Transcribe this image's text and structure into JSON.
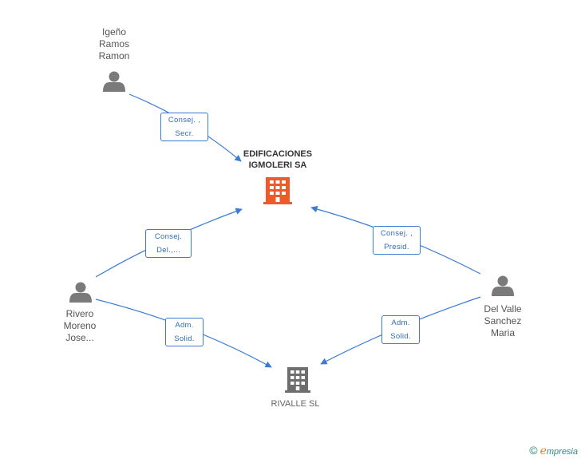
{
  "persons": [
    {
      "id": "igeno",
      "lines": [
        "Igeño",
        "Ramos",
        "Ramon"
      ]
    },
    {
      "id": "rivero",
      "lines": [
        "Rivero",
        "Moreno",
        "Jose..."
      ]
    },
    {
      "id": "delvalle",
      "lines": [
        "Del Valle",
        "Sanchez",
        "Maria"
      ]
    }
  ],
  "companies": [
    {
      "id": "edificaciones",
      "lines": [
        "EDIFICACIONES",
        "IGMOLERI SA"
      ],
      "highlight": true
    },
    {
      "id": "rivalle",
      "lines": [
        "RIVALLE SL"
      ],
      "highlight": false
    }
  ],
  "edges": [
    {
      "id": "igeno-edif",
      "label": [
        "Consej. ,",
        "Secr."
      ]
    },
    {
      "id": "rivero-edif",
      "label": [
        "Consej.",
        "Del.,..."
      ]
    },
    {
      "id": "delvalle-edif",
      "label": [
        "Consej. ,",
        "Presid."
      ]
    },
    {
      "id": "rivero-rivalle",
      "label": [
        "Adm.",
        "Solid."
      ]
    },
    {
      "id": "delvalle-rivalle",
      "label": [
        "Adm.",
        "Solid."
      ]
    }
  ],
  "colors": {
    "edge": "#3a7bd5",
    "person_icon": "#7a7a7a",
    "company_highlight": "#f05a28",
    "company_normal": "#6e6e6e",
    "company_highlight_text": "#333333",
    "company_normal_text": "#666666"
  },
  "footer": {
    "copyright": "©",
    "brand_initial": "e",
    "brand_rest": "mpresia"
  }
}
